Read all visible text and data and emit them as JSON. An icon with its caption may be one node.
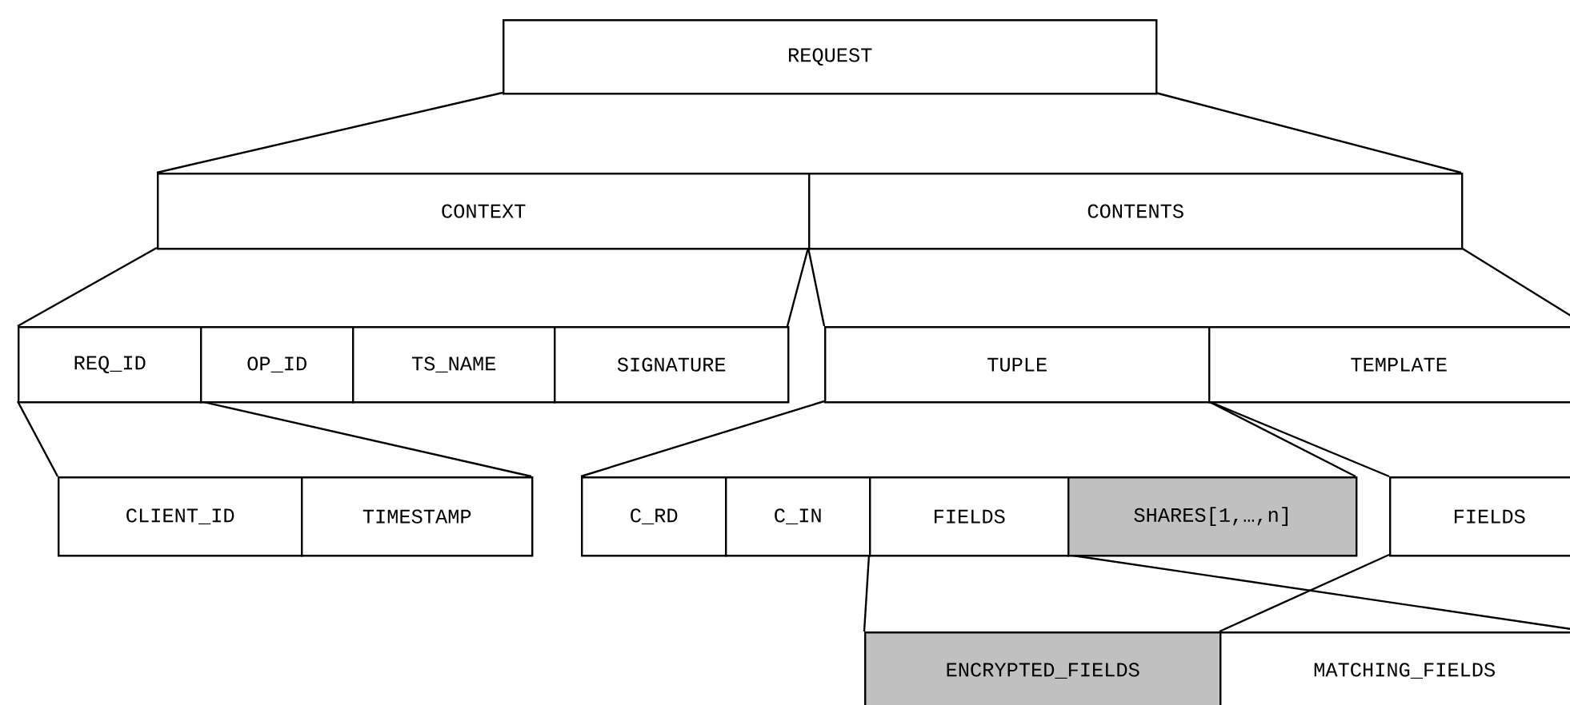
{
  "diagram": {
    "nodes": [
      {
        "text": [
          "REQUEST"
        ]
      },
      {
        "text": [
          "CONTEXT"
        ]
      },
      {
        "text": [
          "CONTENTS"
        ]
      },
      {
        "text": [
          "REQ_ID"
        ]
      },
      {
        "text": [
          "OP_ID"
        ]
      },
      {
        "text": [
          "TS_NAME"
        ]
      },
      {
        "text": [
          "SIGNATURE"
        ]
      },
      {
        "text": [
          "TUPLE"
        ]
      },
      {
        "text": [
          "TEMPLATE"
        ]
      },
      {
        "text": [
          "CLIENT_ID"
        ]
      },
      {
        "text": [
          "TIMESTAMP"
        ]
      },
      {
        "text": [
          "C_RD"
        ]
      },
      {
        "text": [
          "C_IN"
        ]
      },
      {
        "text": [
          "FIELDS"
        ]
      },
      {
        "text": [
          "SHARES[1,…,n]"
        ]
      },
      {
        "text": [
          "FIELDS"
        ]
      },
      {
        "text": [
          "ENCRYPTED_FIELDS"
        ]
      },
      {
        "text": [
          "MATCHING_FIELDS"
        ]
      }
    ],
    "edges": [
      {
        "from": 0,
        "to": 1,
        "arrow": "none"
      },
      {
        "from": 0,
        "to": 2,
        "arrow": "none"
      },
      {
        "from": 1,
        "to": 3,
        "arrow": "none"
      },
      {
        "from": 1,
        "to": 6,
        "arrow": "none"
      },
      {
        "from": 2,
        "to": 7,
        "arrow": "none"
      },
      {
        "from": 2,
        "to": 8,
        "arrow": "none"
      },
      {
        "from": 3,
        "to": 9,
        "arrow": "none"
      },
      {
        "from": 3,
        "to": 10,
        "arrow": "none"
      },
      {
        "from": 7,
        "to": 11,
        "arrow": "none"
      },
      {
        "from": 7,
        "to": 14,
        "arrow": "none"
      },
      {
        "from": 8,
        "to": 15,
        "arrow": "none"
      },
      {
        "from": 13,
        "to": 16,
        "arrow": "none"
      },
      {
        "from": 13,
        "to": 17,
        "arrow": "none"
      },
      {
        "from": 15,
        "to": 16,
        "arrow": "none"
      }
    ]
  }
}
